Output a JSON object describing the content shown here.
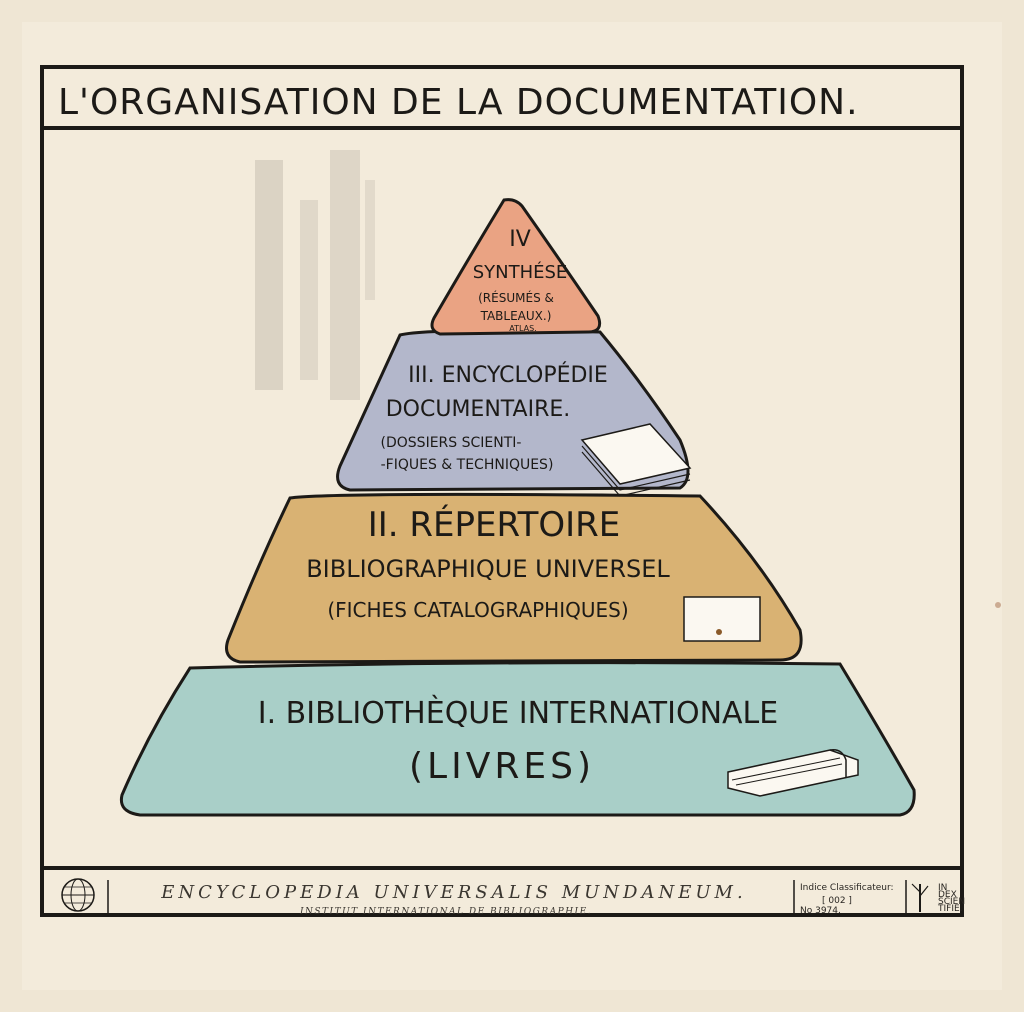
{
  "title": "L'ORGANISATION DE LA DOCUMENTATION.",
  "pyramid": {
    "level4": {
      "numeral": "IV",
      "name": "SYNTHÉSE",
      "desc1": "(RÉSUMÉS &",
      "desc2": "TABLEAUX.)",
      "note": "ATLAS.",
      "color": "#eaa383"
    },
    "level3": {
      "name1": "III. ENCYCLOPÉDIE",
      "name2": "DOCUMENTAIRE.",
      "desc1": "(DOSSIERS SCIENTI-",
      "desc2": "-FIQUES & TECHNIQUES)",
      "color": "#b3b7cb"
    },
    "level2": {
      "name1": "II. RÉPERTOIRE",
      "name2": "BIBLIOGRAPHIQUE UNIVERSEL",
      "desc": "(FICHES CATALOGRAPHIQUES)",
      "color": "#d9b273"
    },
    "level1": {
      "name": "I. BIBLIOTHÈQUE INTERNATIONALE",
      "desc": "(LIVRES)",
      "color": "#a9cfc8"
    }
  },
  "footer": {
    "main": "ENCYCLOPEDIA UNIVERSALIS MUNDANEUM.",
    "sub": "INSTITUT INTERNATIONAL DE BIBLIOGRAPHIE.",
    "index_label": "Indice Classificateur:",
    "index_value": "[ 002 ]",
    "number": "No 3974.",
    "logo_text1": "IN",
    "logo_text2": "DEX",
    "logo_text3": "SCIEN",
    "logo_text4": "TIFIE."
  }
}
